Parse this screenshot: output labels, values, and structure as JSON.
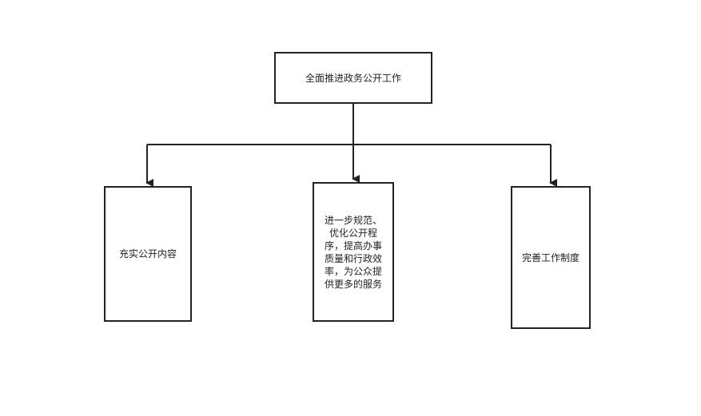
{
  "diagram": {
    "root": {
      "label": "全面推进政务公开工作"
    },
    "children": [
      {
        "label": "充实公开内容"
      },
      {
        "label": "进一步规范、优化公开程序，提高办事质量和行政效率，为公众提供更多的服务"
      },
      {
        "label": "完善工作制度"
      }
    ],
    "colors": {
      "stroke": "#222222",
      "fill": "#ffffff",
      "text": "#222222"
    }
  }
}
